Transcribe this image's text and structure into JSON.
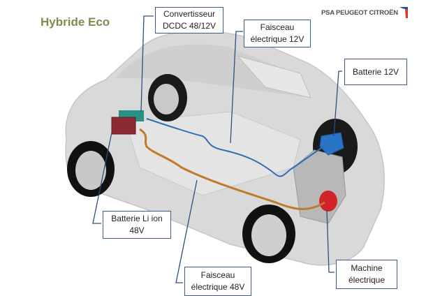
{
  "title": "Hybride Eco",
  "logo": {
    "text": "PSA PEUGEOT CITROËN",
    "colors": {
      "blue": "#1f4fa0",
      "red": "#d83a2a"
    }
  },
  "callouts": [
    {
      "id": "convertisseur",
      "lines": [
        "Convertisseur",
        "DCDC 48/12V"
      ]
    },
    {
      "id": "faisceau-12v",
      "lines": [
        "Faisceau",
        "électrique 12V"
      ]
    },
    {
      "id": "batterie-12v",
      "lines": [
        "Batterie 12V"
      ]
    },
    {
      "id": "batterie-li-ion",
      "lines": [
        "Batterie Li ion",
        "48V"
      ]
    },
    {
      "id": "faisceau-48v",
      "lines": [
        "Faisceau",
        "électrique 48V"
      ]
    },
    {
      "id": "machine-electrique",
      "lines": [
        "Machine",
        "électrique"
      ]
    }
  ],
  "colors": {
    "title": "#8a8650",
    "callout_border": "#3c5a8a",
    "leader": "#2e4d80",
    "harness_12v": "#2f6fb0",
    "harness_48v": "#c07a2a",
    "battery_12v": "#2a74c8",
    "li_ion": "#8b2a30",
    "machine": "#d0242a",
    "car_body": "#d6d6d6"
  }
}
